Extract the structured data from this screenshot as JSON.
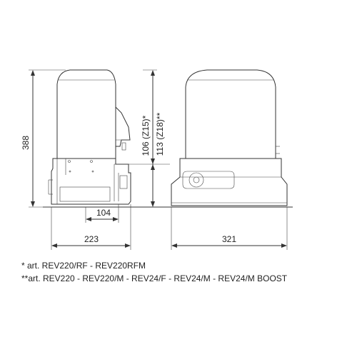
{
  "dimensions": {
    "height_total": "388",
    "base_offset": "104",
    "side_depth": "223",
    "front_width": "321",
    "height_z15": "106 (Z15)*",
    "height_z18": "113 (Z18)**"
  },
  "notes": {
    "single_star": "* art. REV220/RF - REV220RFM",
    "double_star": "**art. REV220 - REV220/M - REV24/F - REV24/M - REV24/M BOOST"
  }
}
